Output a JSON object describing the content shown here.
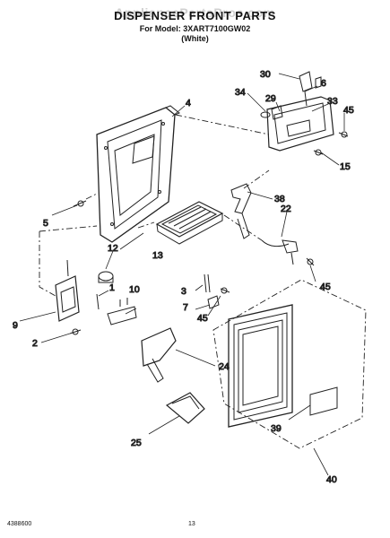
{
  "header": {
    "title": "DISPENSER FRONT PARTS",
    "model_line": "For Model: 3XART7100GW02",
    "color": "(White)",
    "watermark": "AppliancePartsPros.com"
  },
  "callouts": [
    "30",
    "6",
    "34",
    "29",
    "33",
    "45",
    "4",
    "15",
    "5",
    "38",
    "22",
    "12",
    "13",
    "1",
    "10",
    "3",
    "7",
    "45",
    "45",
    "9",
    "2",
    "24",
    "39",
    "25",
    "40"
  ],
  "footer": {
    "doc_number": "4388600",
    "page_number": "13"
  }
}
